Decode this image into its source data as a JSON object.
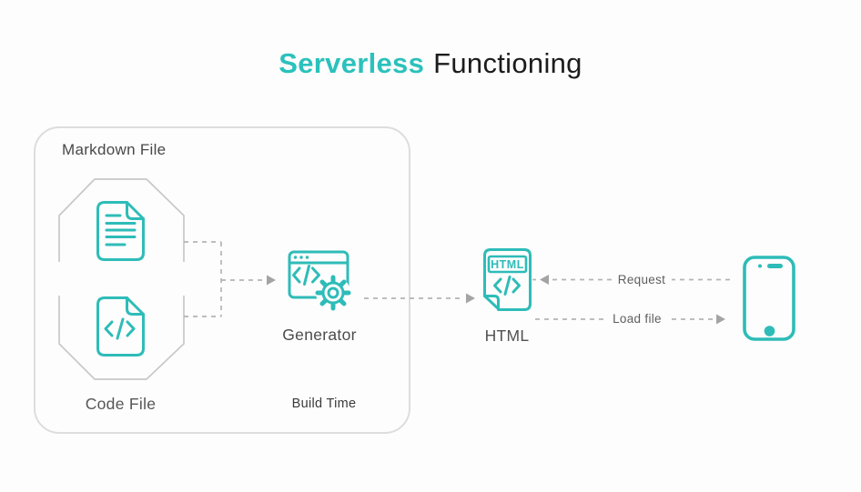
{
  "colors": {
    "bg": "#fdfdfd",
    "accent": "#2bc1bc",
    "icon_teal": "#2ebcb8",
    "title_dark": "#1c1c1c",
    "label_gray": "#4d4d4d",
    "label_soft": "#5e5e5e",
    "outline_gray": "#c8c8c8",
    "dash_gray": "#b4b4b4",
    "arrow_gray": "#a4a4a4",
    "box_border": "#dddddd"
  },
  "title": {
    "highlight": "Serverless",
    "rest": "Functioning"
  },
  "build_section": {
    "heading": "Markdown File",
    "code_file_label": "Code File",
    "generator_label": "Generator",
    "build_time_label": "Build Time"
  },
  "html_node": {
    "icon_text": "HTML",
    "label": "HTML"
  },
  "arrows": {
    "request_label": "Request",
    "load_file_label": "Load file"
  },
  "icons": {
    "markdown_document": "document-lines-icon",
    "code_file": "code-file-icon",
    "generator": "browser-code-gear-icon",
    "html_file": "html-file-icon",
    "client": "smartphone-icon"
  }
}
